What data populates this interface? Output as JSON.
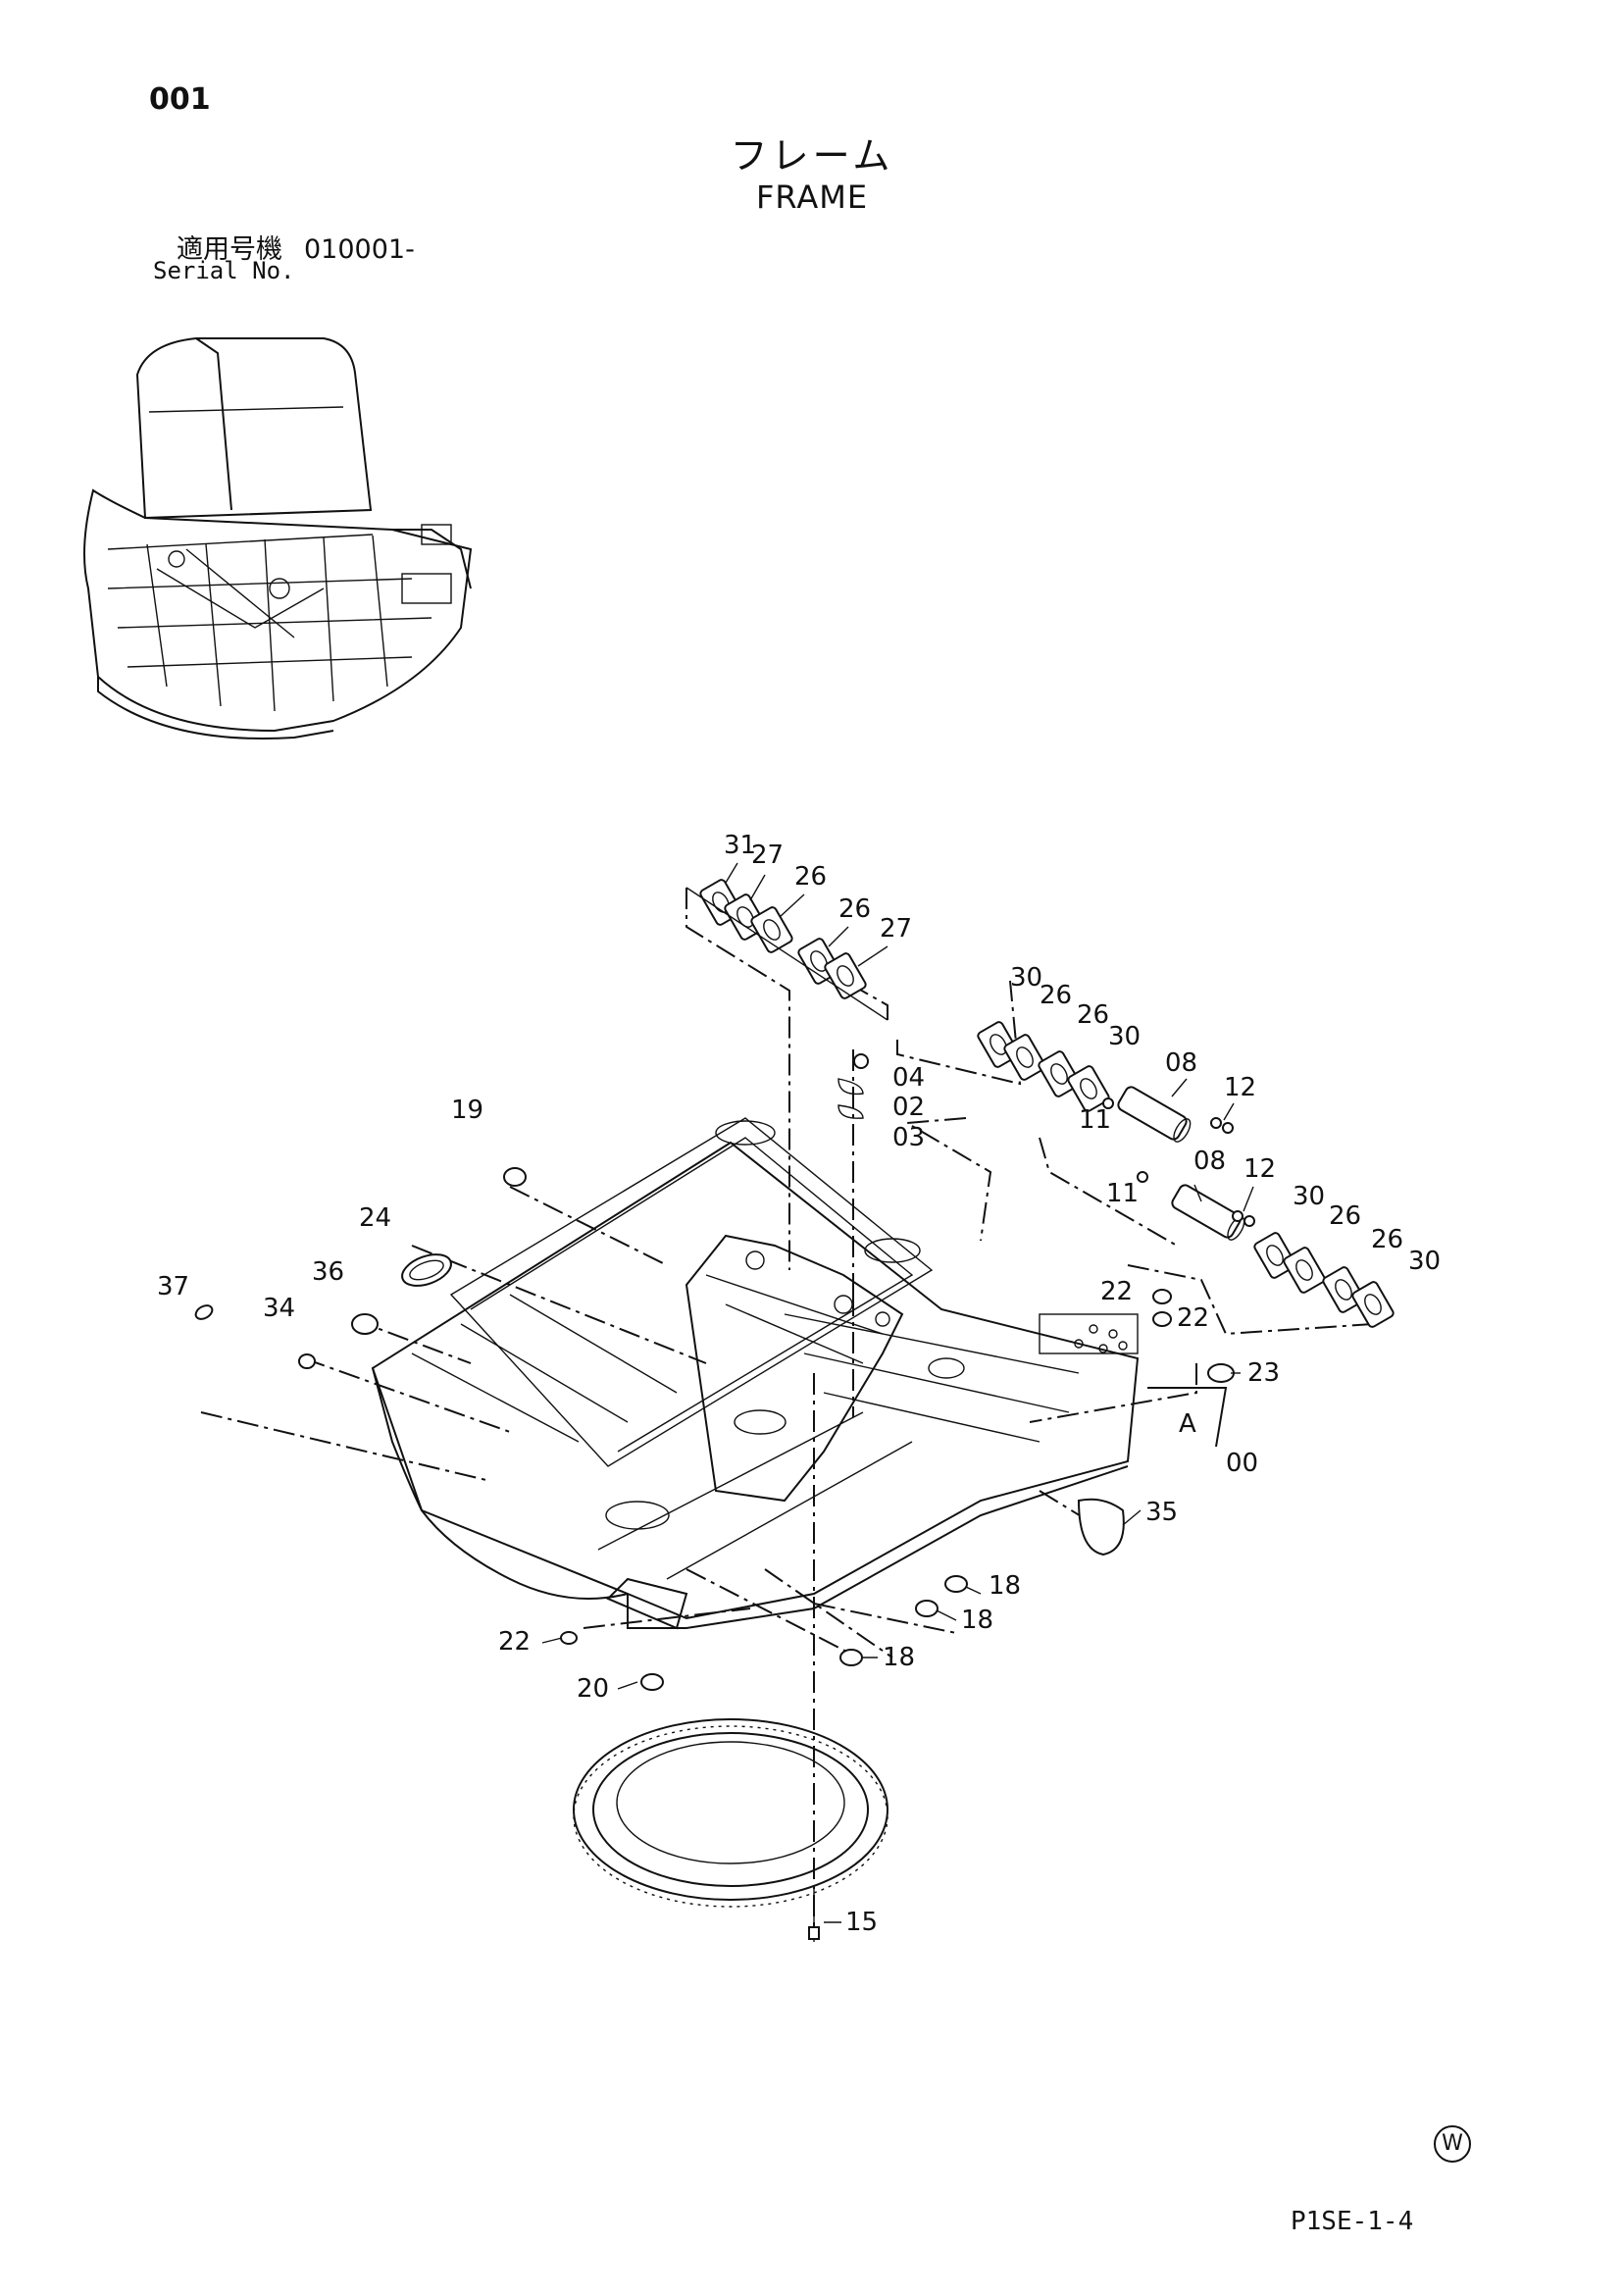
{
  "page_number": "001",
  "title_jp": "フレーム",
  "title_en": "FRAME",
  "serial_label_jp": "適用号機",
  "serial_value": "010001-",
  "serial_label_en": "Serial No.",
  "symbol": "W",
  "doc_code": "P1SE-1-4",
  "callouts": [
    {
      "id": "c31",
      "text": "31"
    },
    {
      "id": "c27a",
      "text": "27"
    },
    {
      "id": "c26a",
      "text": "26"
    },
    {
      "id": "c26b",
      "text": "26"
    },
    {
      "id": "c27b",
      "text": "27"
    },
    {
      "id": "c30a",
      "text": "30"
    },
    {
      "id": "c26c",
      "text": "26"
    },
    {
      "id": "c26d",
      "text": "26"
    },
    {
      "id": "c30b",
      "text": "30"
    },
    {
      "id": "c08a",
      "text": "08"
    },
    {
      "id": "c12a",
      "text": "12"
    },
    {
      "id": "c04",
      "text": "04"
    },
    {
      "id": "c02",
      "text": "02"
    },
    {
      "id": "c03",
      "text": "03"
    },
    {
      "id": "c11a",
      "text": "11"
    },
    {
      "id": "c08b",
      "text": "08"
    },
    {
      "id": "c12b",
      "text": "12"
    },
    {
      "id": "c11b",
      "text": "11"
    },
    {
      "id": "c30c",
      "text": "30"
    },
    {
      "id": "c26e",
      "text": "26"
    },
    {
      "id": "c26f",
      "text": "26"
    },
    {
      "id": "c30d",
      "text": "30"
    },
    {
      "id": "c19",
      "text": "19"
    },
    {
      "id": "c24",
      "text": "24"
    },
    {
      "id": "c36",
      "text": "36"
    },
    {
      "id": "c37",
      "text": "37"
    },
    {
      "id": "c34",
      "text": "34"
    },
    {
      "id": "c22a",
      "text": "22"
    },
    {
      "id": "c22b",
      "text": "22"
    },
    {
      "id": "c23",
      "text": "23"
    },
    {
      "id": "cA",
      "text": "A"
    },
    {
      "id": "c00",
      "text": "00"
    },
    {
      "id": "c35",
      "text": "35"
    },
    {
      "id": "c18a",
      "text": "18"
    },
    {
      "id": "c18b",
      "text": "18"
    },
    {
      "id": "c18c",
      "text": "18"
    },
    {
      "id": "c22c",
      "text": "22"
    },
    {
      "id": "c20",
      "text": "20"
    },
    {
      "id": "c15",
      "text": "15"
    }
  ]
}
